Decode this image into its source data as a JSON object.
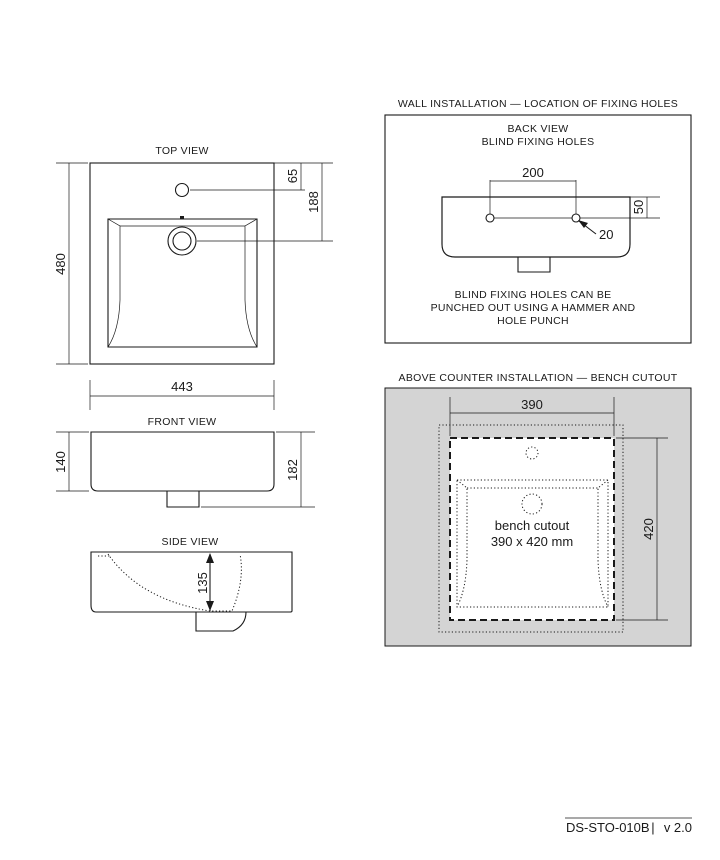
{
  "top_view": {
    "title": "TOP VIEW",
    "dim_width": "443",
    "dim_depth": "480",
    "dim_tap_offset": "65",
    "dim_waste_offset": "188"
  },
  "front_view": {
    "title": "FRONT VIEW",
    "dim_height": "140",
    "dim_overall_height": "182"
  },
  "side_view": {
    "title": "SIDE VIEW",
    "dim_bowl_depth": "135"
  },
  "wall_installation": {
    "title": "WALL INSTALLATION — LOCATION OF FIXING HOLES",
    "back_view_title": "BACK VIEW",
    "back_view_subtitle": "BLIND FIXING HOLES",
    "dim_hole_spacing": "200",
    "dim_hole_height": "50",
    "dim_hole_diameter": "20",
    "note_line1": "BLIND FIXING HOLES CAN BE",
    "note_line2": "PUNCHED OUT USING A HAMMER AND",
    "note_line3": "HOLE PUNCH"
  },
  "counter_installation": {
    "title": "ABOVE COUNTER INSTALLATION — BENCH CUTOUT",
    "dim_width": "390",
    "dim_depth": "420",
    "cutout_label": "bench cutout",
    "cutout_size": "390 x 420 mm",
    "background_color": "#d4d4d4"
  },
  "footer": {
    "doc_code": "DS-STO-010B",
    "separator": "|",
    "version": "v 2.0"
  }
}
